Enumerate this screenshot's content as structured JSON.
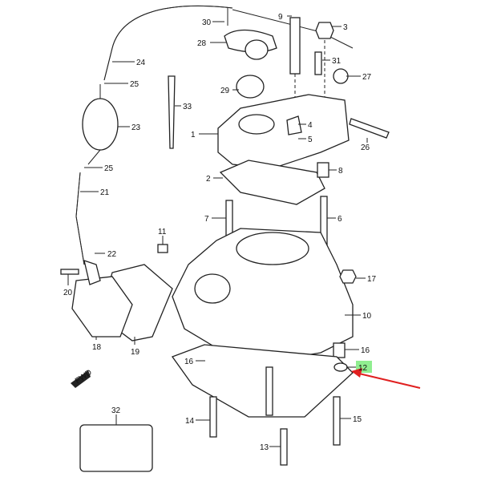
{
  "diagram": {
    "title": "Cylinder head / cylinder exploded parts diagram",
    "highlight_color": "#90ee90",
    "arrow_color": "#e02020",
    "highlighted_part": "12",
    "fwd_label": "FWD",
    "labels": [
      "30",
      "9",
      "3",
      "28",
      "24",
      "25",
      "31",
      "27",
      "29",
      "33",
      "4",
      "1",
      "5",
      "23",
      "26",
      "25",
      "2",
      "8",
      "21",
      "7",
      "6",
      "11",
      "22",
      "17",
      "20",
      "10",
      "18",
      "19",
      "16",
      "12",
      "16",
      "14",
      "15",
      "32",
      "13"
    ]
  }
}
